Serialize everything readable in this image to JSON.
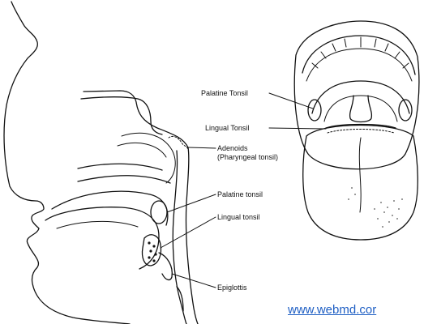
{
  "side_view": {
    "labels": {
      "adenoids_line1": "Adenoids",
      "adenoids_line2": "(Pharyngeal tonsil)",
      "palatine": "Palatine tonsil",
      "lingual": "Lingual tonsil",
      "epiglottis": "Epiglottis"
    }
  },
  "front_view": {
    "labels": {
      "palatine": "Palatine Tonsil",
      "lingual": "Lingual Tonsil"
    }
  },
  "source": {
    "text": "www.webmd.cor",
    "color": "#1f5fc4"
  }
}
